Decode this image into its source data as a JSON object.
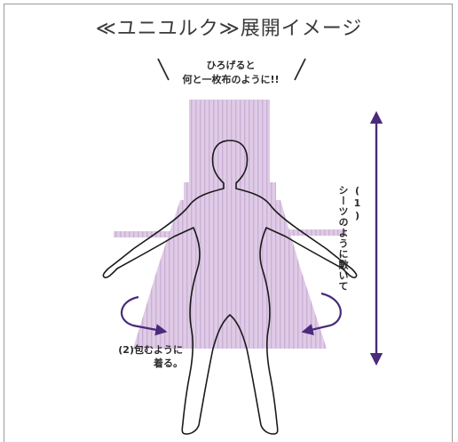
{
  "title": "≪ユニユルク≫展開イメージ",
  "caption_top": {
    "line1": "ひろげると",
    "line2": "何と一枚布のように!!"
  },
  "caption_right": {
    "line1": "(1)",
    "line2": "シーツのように敷いて"
  },
  "caption_left": {
    "line1": "(2)包むように",
    "line2": "着る。"
  },
  "colors": {
    "fabric": "#dcc7e3",
    "fabric_stripe": "#c9aed4",
    "arrow": "#4a2a7a",
    "arrow_light": "#5a3a8c",
    "outline": "#1a1a1a",
    "frame": "#9a9a9a"
  }
}
